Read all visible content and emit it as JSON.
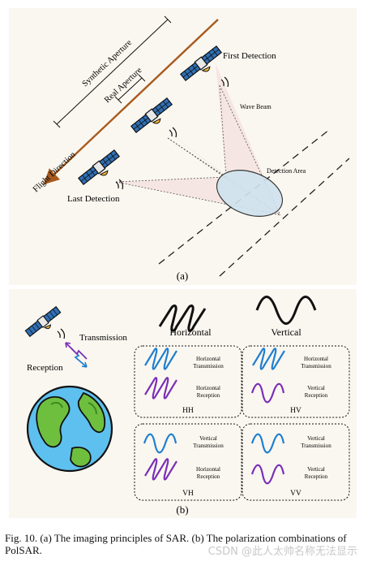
{
  "panel_a": {
    "labels": {
      "synthetic_aperture": "Synthetic Aperture",
      "real_aperture": "Real Aperture",
      "flight_direction": "Flight Direction",
      "first_detection": "First Detection",
      "last_detection": "Last Detection",
      "wave_beam": "Wave Beam",
      "detection_area": "Detection Area"
    },
    "sublabel": "(a)"
  },
  "panel_b": {
    "transmission": "Transmission",
    "reception": "Reception",
    "horizontal": "Horizontal",
    "vertical": "Vertical",
    "boxes": [
      {
        "code": "HH",
        "tx": [
          "Horizontal",
          "Transmission"
        ],
        "rx": [
          "Horizontal",
          "Reception"
        ]
      },
      {
        "code": "HV",
        "tx": [
          "Horizontal",
          "Transmission"
        ],
        "rx": [
          "Vertical",
          "Reception"
        ]
      },
      {
        "code": "VH",
        "tx": [
          "Vertical",
          "Transmission"
        ],
        "rx": [
          "Horizontal",
          "Reception"
        ]
      },
      {
        "code": "VV",
        "tx": [
          "Vertical",
          "Transmission"
        ],
        "rx": [
          "Vertical",
          "Reception"
        ]
      }
    ],
    "sublabel": "(b)"
  },
  "caption": "Fig. 10.  (a) The imaging principles of SAR. (b) The polarization combinations of PolSAR.",
  "watermark": "CSDN @此人太帅名称无法显示",
  "colors": {
    "blue": "#1f7fd0",
    "purple": "#7a2fb8",
    "brown": "#a85a1e",
    "panel_bg": "#faf7f0"
  }
}
